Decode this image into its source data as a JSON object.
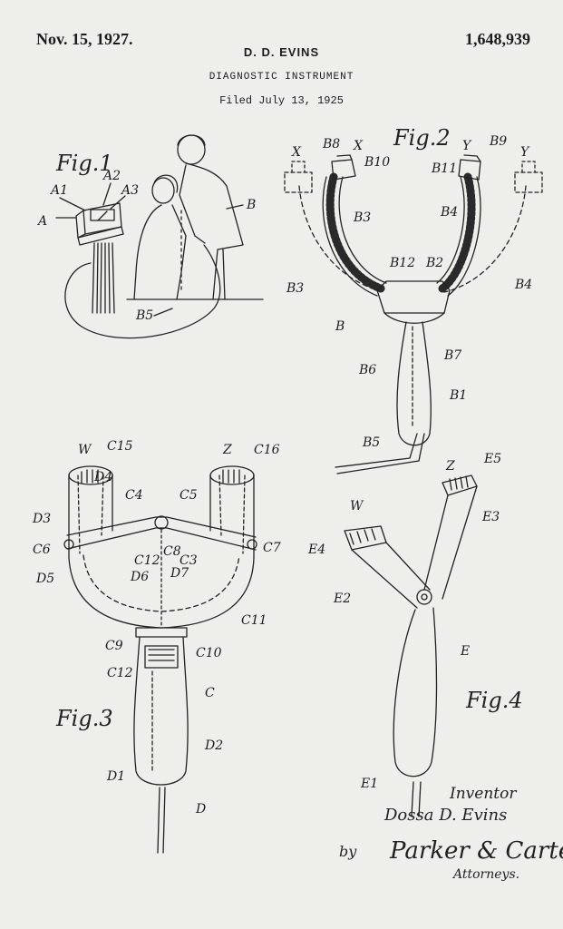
{
  "header": {
    "date": "Nov. 15, 1927.",
    "inventor_name": "D. D. EVINS",
    "title": "DIAGNOSTIC INSTRUMENT",
    "filed": "Filed July 13, 1925",
    "patent_number": "1,648,939"
  },
  "figures": {
    "fig1": "Fig.1",
    "fig2": "Fig.2",
    "fig3": "Fig.3",
    "fig4": "Fig.4"
  },
  "labels": {
    "fig1": [
      "A1",
      "A2",
      "A3",
      "A",
      "B",
      "B5"
    ],
    "fig2": [
      "B8",
      "X",
      "B10",
      "Y",
      "B9",
      "X",
      "Y",
      "B11",
      "B3",
      "B4",
      "B12",
      "B2",
      "B3",
      "B4",
      "B",
      "B7",
      "B6",
      "B1",
      "B5"
    ],
    "fig3": [
      "W",
      "C15",
      "Z",
      "C16",
      "D4",
      "C4",
      "C5",
      "D3",
      "C6",
      "C7",
      "C12",
      "C8",
      "C3",
      "D6",
      "D7",
      "D5",
      "C11",
      "C9",
      "C10",
      "C12",
      "C",
      "D2",
      "D1",
      "D"
    ],
    "fig4": [
      "Z",
      "E5",
      "E3",
      "W",
      "E4",
      "E2",
      "E",
      "E1"
    ]
  },
  "signature": {
    "inventor_label": "Inventor",
    "inventor_signature": "Dossa D. Evins",
    "by": "by",
    "attorney_signature": "Parker & Carter",
    "attorneys_label": "Attorneys."
  }
}
